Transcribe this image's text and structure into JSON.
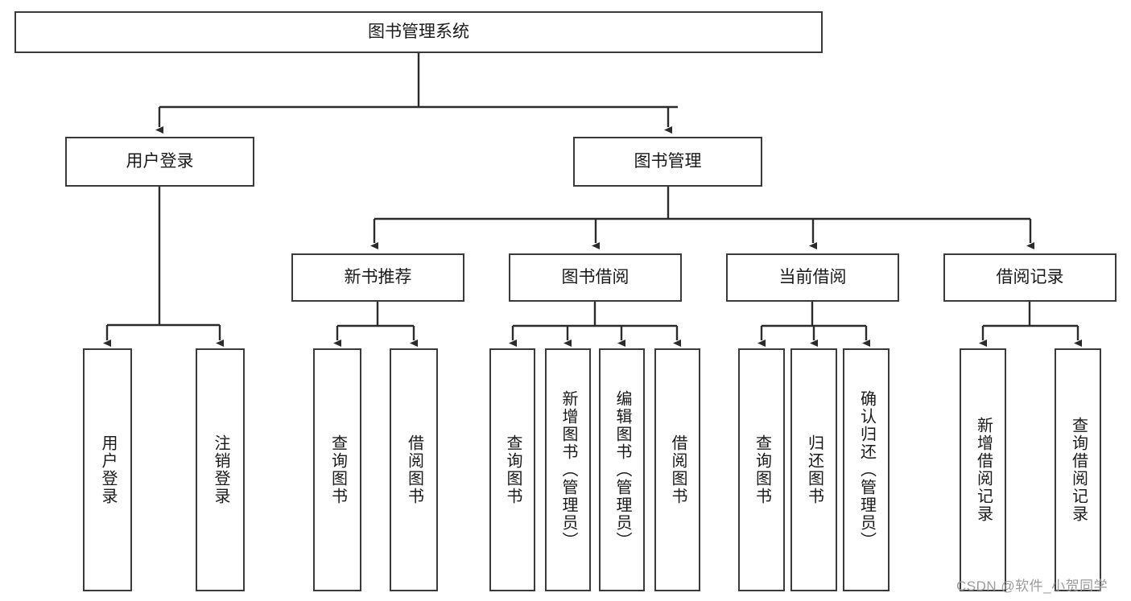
{
  "diagram": {
    "title": "图书管理系统",
    "type": "hierarchy-tree",
    "root": {
      "label": "图书管理系统",
      "children": [
        {
          "label": "用户登录",
          "children": [
            {
              "label": "用户登录"
            },
            {
              "label": "注销登录"
            }
          ]
        },
        {
          "label": "图书管理",
          "children": [
            {
              "label": "新书推荐",
              "children": [
                {
                  "label": "查询图书"
                },
                {
                  "label": "借阅图书"
                }
              ]
            },
            {
              "label": "图书借阅",
              "children": [
                {
                  "label": "查询图书"
                },
                {
                  "label": "新增图书（管理员）"
                },
                {
                  "label": "编辑图书（管理员）"
                },
                {
                  "label": "借阅图书"
                }
              ]
            },
            {
              "label": "当前借阅",
              "children": [
                {
                  "label": "查询图书"
                },
                {
                  "label": "归还图书"
                },
                {
                  "label": "确认归还（管理员）"
                }
              ]
            },
            {
              "label": "借阅记录",
              "children": [
                {
                  "label": "新增借阅记录"
                },
                {
                  "label": "查询借阅记录"
                }
              ]
            }
          ]
        }
      ]
    }
  },
  "nodes": {
    "root": "图书管理系统",
    "l1_user_login": "用户登录",
    "l1_book_mgmt": "图书管理",
    "l2_new_book_rec": "新书推荐",
    "l2_book_borrow": "图书借阅",
    "l2_current_borrow": "当前借阅",
    "l2_borrow_record": "借阅记录",
    "leaf_user_login": "用户登录",
    "leaf_logout": "注销登录",
    "leaf_query_book_1": "查询图书",
    "leaf_borrow_book_1": "借阅图书",
    "leaf_query_book_2": "查询图书",
    "leaf_add_book_admin": "新增图书（管理员）",
    "leaf_edit_book_admin": "编辑图书（管理员）",
    "leaf_borrow_book_2": "借阅图书",
    "leaf_query_book_3": "查询图书",
    "leaf_return_book": "归还图书",
    "leaf_confirm_return_admin": "确认归还（管理员）",
    "leaf_add_record": "新增借阅记录",
    "leaf_query_record": "查询借阅记录"
  },
  "watermark": {
    "text": "CSDN @软件_小贺同学"
  },
  "colors": {
    "border": "#3a3a3a",
    "background": "#ffffff",
    "text": "#1a1a1a",
    "connector": "#2b2b2b",
    "watermark": "#9b9b9b"
  }
}
